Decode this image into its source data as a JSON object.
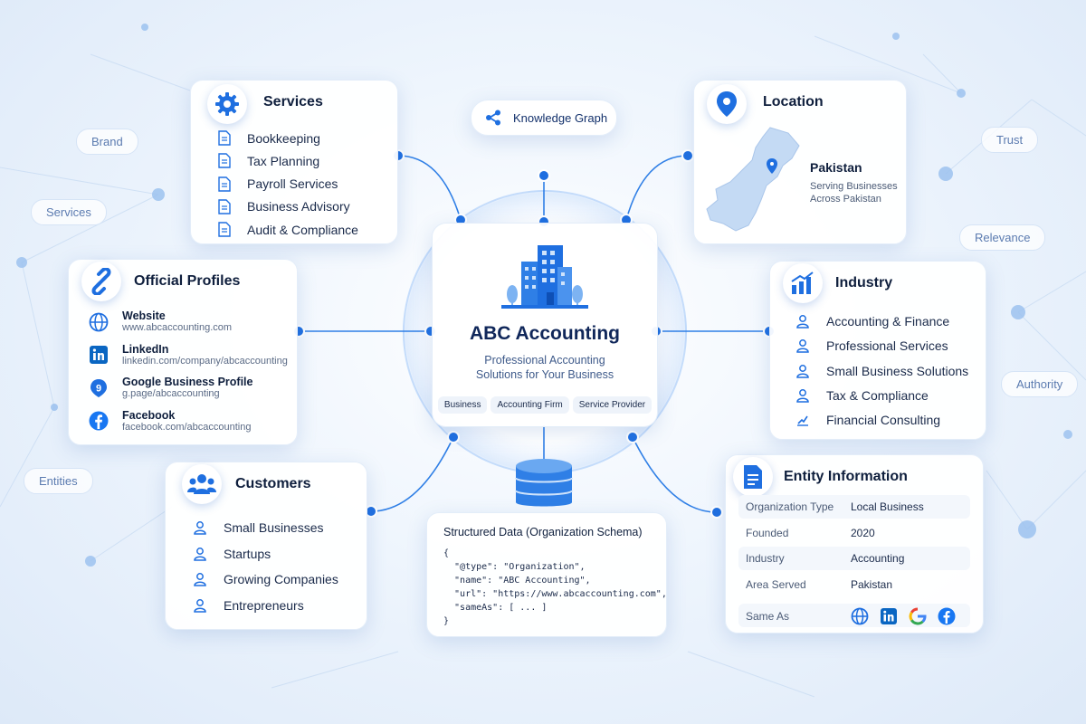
{
  "knowledge_graph_label": "Knowledge Graph",
  "center": {
    "title": "ABC Accounting",
    "subtitle_line1": "Professional Accounting",
    "subtitle_line2": "Solutions for Your Business",
    "pills": [
      "Business",
      "Accounting Firm",
      "Service Provider"
    ]
  },
  "services": {
    "title": "Services",
    "items": [
      "Bookkeeping",
      "Tax Planning",
      "Payroll Services",
      "Business Advisory",
      "Audit & Compliance"
    ]
  },
  "location": {
    "title": "Location",
    "country": "Pakistan",
    "desc_line1": "Serving Businesses",
    "desc_line2": "Across Pakistan"
  },
  "profiles": {
    "title": "Official Profiles",
    "items": [
      {
        "name": "Website",
        "url": "www.abcaccounting.com",
        "icon": "globe-icon"
      },
      {
        "name": "LinkedIn",
        "url": "linkedin.com/company/abcaccounting",
        "icon": "linkedin-icon"
      },
      {
        "name": "Google Business Profile",
        "url": "g.page/abcaccounting",
        "icon": "google-business-icon"
      },
      {
        "name": "Facebook",
        "url": "facebook.com/abcaccounting",
        "icon": "facebook-icon"
      }
    ]
  },
  "industry": {
    "title": "Industry",
    "items": [
      "Accounting & Finance",
      "Professional Services",
      "Small Business Solutions",
      "Tax & Compliance",
      "Financial Consulting"
    ]
  },
  "customers": {
    "title": "Customers",
    "items": [
      "Small Businesses",
      "Startups",
      "Growing Companies",
      "Entrepreneurs"
    ]
  },
  "structured": {
    "title": "Structured Data (Organization Schema)",
    "code": [
      "{",
      "  \"@type\": \"Organization\",",
      "  \"name\": \"ABC Accounting\",",
      "  \"url\": \"https://www.abcaccounting.com\",",
      "  \"sameAs\": [ ... ]",
      "}"
    ]
  },
  "entity": {
    "title": "Entity Information",
    "rows": [
      {
        "label": "Organization Type",
        "value": "Local Business"
      },
      {
        "label": "Founded",
        "value": "2020"
      },
      {
        "label": "Industry",
        "value": "Accounting"
      },
      {
        "label": "Area Served",
        "value": "Pakistan"
      }
    ],
    "same_as_label": "Same As"
  },
  "tags": [
    "Brand",
    "Services",
    "Entities",
    "Trust",
    "Relevance",
    "Authority"
  ],
  "colors": {
    "accent": "#1f6fe0",
    "text": "#0f1f3d"
  }
}
